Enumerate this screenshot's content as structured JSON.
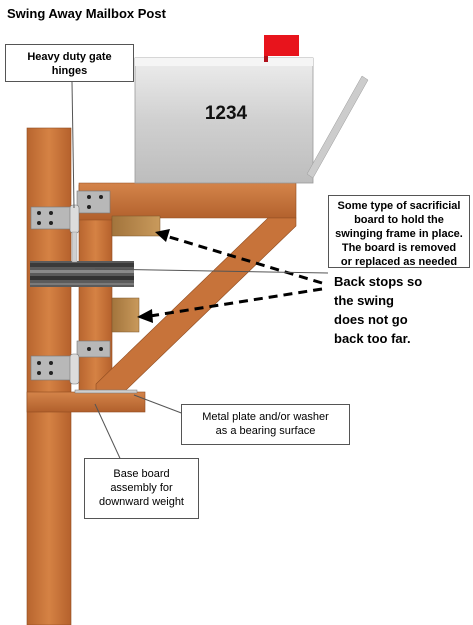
{
  "title": "Swing Away Mailbox Post",
  "mailbox": {
    "number": "1234"
  },
  "callouts": {
    "hinges": "Heavy duty gate\nhinges",
    "sacrificial_board": "Some type of sacrificial\nboard to hold the\nswinging frame in place.\nThe board is removed\nor replaced as needed",
    "back_stops": "Back stops so\nthe swing\ndoes not go\nback too far.",
    "metal_plate": "Metal plate and/or washer\nas a bearing surface",
    "base_board": "Base board\nassembly  for\ndownward weight"
  },
  "colors": {
    "wood": "#c8733a",
    "wood_dark": "#9c5426",
    "mailbox": "#d9d9d9",
    "flag": "#e8141c",
    "hinge": "#b4b4b4"
  }
}
